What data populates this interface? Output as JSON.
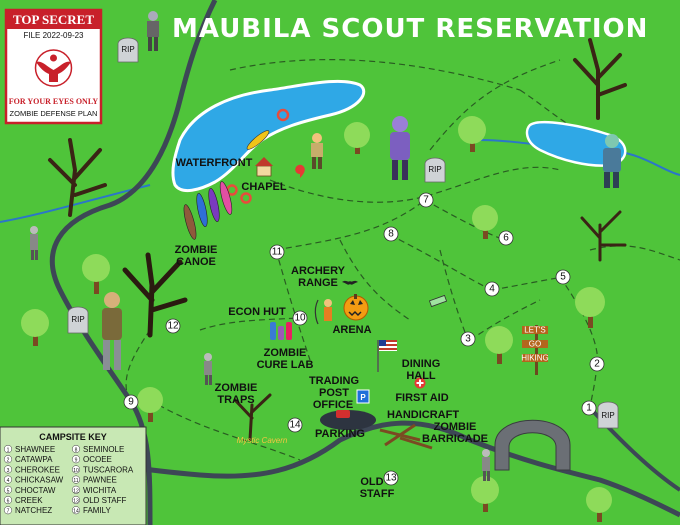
{
  "title": "MAUBILA SCOUT RESERVATION",
  "stamp": {
    "header": "TOP SECRET",
    "file": "FILE 2022-09-23",
    "eyes_only": "FOR YOUR EYES ONLY",
    "plan": "ZOMBIE DEFENSE PLAN"
  },
  "labels": {
    "waterfront": "WATERFRONT",
    "chapel": "CHAPEL",
    "zombie_canoe_1": "ZOMBIE",
    "zombie_canoe_2": "CANOE",
    "archery_1": "ARCHERY",
    "archery_2": "RANGE",
    "arena": "ARENA",
    "econ_hut": "ECON HUT",
    "cure_lab_1": "ZOMBIE",
    "cure_lab_2": "CURE LAB",
    "dining_1": "DINING",
    "dining_2": "HALL",
    "trading_1": "TRADING",
    "trading_2": "POST",
    "first_aid": "FIRST AID",
    "office": "OFFICE",
    "handicraft": "HANDICRAFT",
    "zombie_traps_1": "ZOMBIE",
    "zombie_traps_2": "TRAPS",
    "parking": "PARKING",
    "barricade_1": "ZOMBIE",
    "barricade_2": "BARRICADE",
    "old_staff_1": "OLD",
    "old_staff_2": "STAFF",
    "rip": "RIP",
    "sign_lets": "LET'S",
    "sign_go": "GO",
    "sign_hiking": "HIKING",
    "mystic_cavern": "Mystic Cavern"
  },
  "campsite_key": {
    "title": "CAMPSITE KEY",
    "items": [
      {
        "n": "1",
        "name": "SHAWNEE"
      },
      {
        "n": "2",
        "name": "CATAWPA"
      },
      {
        "n": "3",
        "name": "CHEROKEE"
      },
      {
        "n": "4",
        "name": "CHICKASAW"
      },
      {
        "n": "5",
        "name": "CHOCTAW"
      },
      {
        "n": "6",
        "name": "CREEK"
      },
      {
        "n": "7",
        "name": "NATCHEZ"
      },
      {
        "n": "8",
        "name": "SEMINOLE"
      },
      {
        "n": "9",
        "name": "OCOEE"
      },
      {
        "n": "10",
        "name": "TUSCARORA"
      },
      {
        "n": "11",
        "name": "PAWNEE"
      },
      {
        "n": "12",
        "name": "WICHITA"
      },
      {
        "n": "13",
        "name": "OLD STAFF"
      },
      {
        "n": "14",
        "name": "FAMILY"
      }
    ]
  },
  "campsite_markers": [
    "1",
    "2",
    "3",
    "4",
    "5",
    "6",
    "7",
    "8",
    "9",
    "10",
    "11",
    "12",
    "13",
    "14"
  ],
  "colors": {
    "grass": "#4fc43a",
    "water": "#2fa8e6",
    "road": "#3d4756",
    "title": "#ffffff",
    "stamp_red": "#c8202a",
    "key_bg": "#c8e8b4"
  }
}
